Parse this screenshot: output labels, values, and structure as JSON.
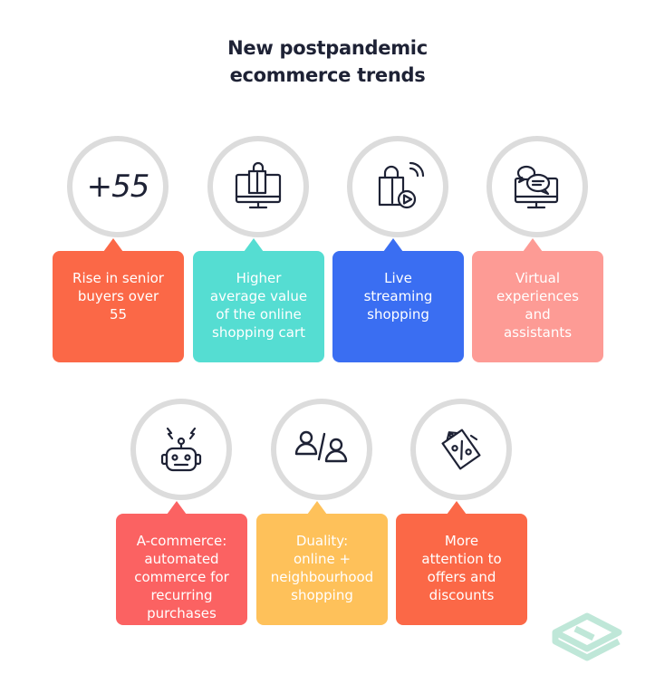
{
  "title_lines": [
    "New postpandemic",
    "ecommerce trends"
  ],
  "trends": [
    {
      "icon": "plus-55-text",
      "icon_text": "+55",
      "lines": [
        "Rise in senior",
        "buyers over",
        "55"
      ],
      "color": "#fb6847"
    },
    {
      "icon": "shopping-bag-monitor-icon",
      "lines": [
        "Higher",
        "average value",
        "of the online",
        "shopping cart"
      ],
      "color": "#55ddd2"
    },
    {
      "icon": "live-stream-bag-icon",
      "lines": [
        "Live",
        "streaming",
        "shopping"
      ],
      "color": "#3a6ef2"
    },
    {
      "icon": "chat-monitor-icon",
      "lines": [
        "Virtual",
        "experiences",
        "and",
        "assistants"
      ],
      "color": "#fd9b95"
    },
    {
      "icon": "robot-icon",
      "lines": [
        "A-commerce:",
        "automated",
        "commerce for",
        "recurring",
        "purchases"
      ],
      "color": "#fb6262"
    },
    {
      "icon": "person-slash-person-icon",
      "lines": [
        "Duality:",
        "online +",
        "neighbourhood",
        "shopping"
      ],
      "color": "#fec15a"
    },
    {
      "icon": "discount-tag-icon",
      "lines": [
        "More",
        "attention to",
        "offers and",
        "discounts"
      ],
      "color": "#fb6847"
    }
  ],
  "logo_color": "#bfe7d8",
  "icon_color": "#1e2235"
}
